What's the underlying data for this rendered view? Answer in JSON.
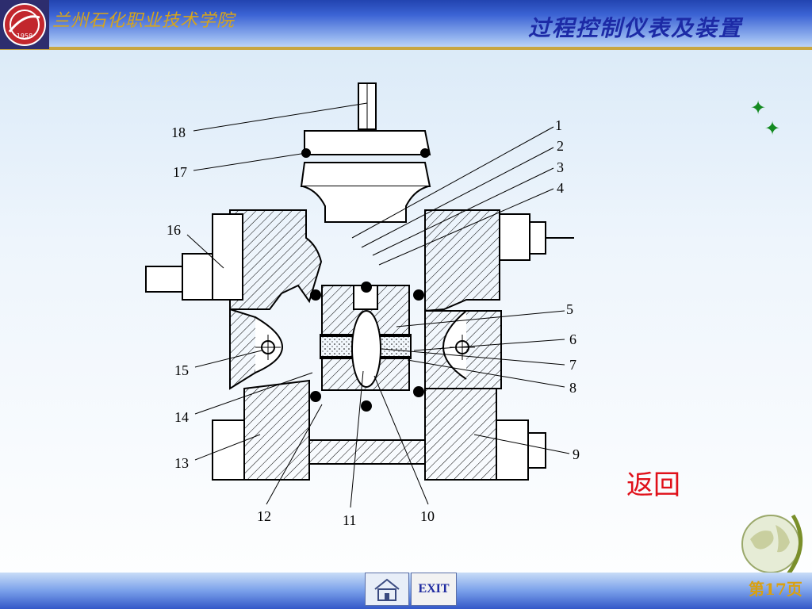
{
  "header": {
    "school_name": "兰州石化职业技术学院",
    "course_title": "过程控制仪表及装置",
    "logo_text": "1958"
  },
  "diagram": {
    "callouts": [
      "1",
      "2",
      "3",
      "4",
      "5",
      "6",
      "7",
      "8",
      "9",
      "10",
      "11",
      "12",
      "13",
      "14",
      "15",
      "16",
      "17",
      "18"
    ]
  },
  "return_link": "返回",
  "footer": {
    "exit_label": "EXIT",
    "page_number": "第17页"
  },
  "colors": {
    "header_blue": "#2244b0",
    "school_gold": "#d6a41c",
    "title_blue": "#1c2aa6",
    "return_red": "#e0101a",
    "sparkle_green": "#138a20"
  }
}
